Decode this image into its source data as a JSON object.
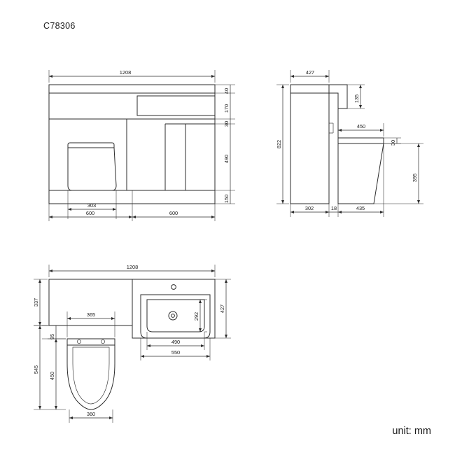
{
  "page": {
    "title": "C78306",
    "unit_note": "unit: mm"
  },
  "views": {
    "front": {
      "name": "front-elevation",
      "dimensions": {
        "overall_width": "1208",
        "top_band": "40",
        "drawer_front": "170",
        "mid_band": "30",
        "cabinet_body": "490",
        "plinth": "150",
        "pan_width": "303",
        "left_unit_width": "600",
        "right_unit_width": "600"
      }
    },
    "side": {
      "name": "side-elevation",
      "dimensions": {
        "top_depth": "427",
        "cistern_height": "135",
        "overall_height": "822",
        "seat_length": "450",
        "seat_thickness": "30",
        "pan_height": "395",
        "unit_depth": "302",
        "gap": "18",
        "pan_depth": "435"
      }
    },
    "plan": {
      "name": "plan-view",
      "dimensions": {
        "overall_width": "1208",
        "left_depth": "337",
        "right_depth": "427",
        "seat_width": "365",
        "pan_offset": "95",
        "pan_total": "545",
        "seat_length": "450",
        "seat_bottom_width": "360",
        "basin_inner_width": "490",
        "basin_outer_width": "550",
        "basin_inner_depth": "292"
      }
    }
  },
  "labels": {
    "front_1208": "1208",
    "front_40": "40",
    "front_170": "170",
    "front_30": "30",
    "front_490": "490",
    "front_150": "150",
    "front_303": "303",
    "front_600_left": "600",
    "front_600_right": "600",
    "side_427": "427",
    "side_135": "135",
    "side_822": "822",
    "side_450": "450",
    "side_30": "30",
    "side_395": "395",
    "side_302": "302",
    "side_18": "18",
    "side_435": "435",
    "plan_1208": "1208",
    "plan_337": "337",
    "plan_427": "427",
    "plan_365": "365",
    "plan_95": "95",
    "plan_545": "545",
    "plan_450": "450",
    "plan_360": "360",
    "plan_490": "490",
    "plan_550": "550",
    "plan_292": "292"
  }
}
